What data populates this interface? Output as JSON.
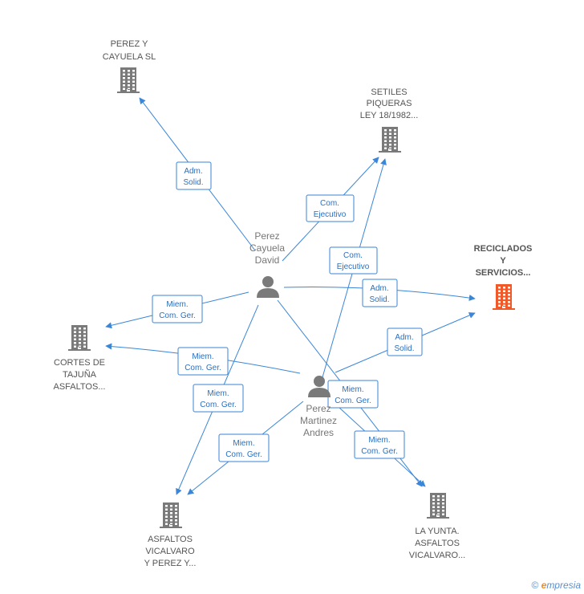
{
  "colors": {
    "edge": "#3a86d8",
    "company": "#7a7a7a",
    "company_main": "#f05a2a",
    "person": "#7a7a7a"
  },
  "companies": [
    {
      "id": "perez-cayuela",
      "lines": [
        "PEREZ Y",
        "CAYUELA SL"
      ],
      "main": false
    },
    {
      "id": "setiles",
      "lines": [
        "SETILES",
        "PIQUERAS",
        "LEY 18/1982..."
      ],
      "main": false
    },
    {
      "id": "reciclados",
      "lines": [
        "RECICLADOS",
        "Y",
        "SERVICIOS..."
      ],
      "main": true
    },
    {
      "id": "cortes",
      "lines": [
        "CORTES DE",
        "TAJUÑA",
        "ASFALTOS..."
      ],
      "main": false
    },
    {
      "id": "asfaltos-vicalvaro",
      "lines": [
        "ASFALTOS",
        "VICALVARO",
        "Y PEREZ Y..."
      ],
      "main": false
    },
    {
      "id": "la-yunta",
      "lines": [
        "LA YUNTA.",
        "ASFALTOS",
        "VICALVARO..."
      ],
      "main": false
    }
  ],
  "persons": [
    {
      "id": "david",
      "lines": [
        "Perez",
        "Cayuela",
        "David"
      ]
    },
    {
      "id": "andres",
      "lines": [
        "Perez",
        "Martinez",
        "Andres"
      ]
    }
  ],
  "roles": {
    "adm_solid": [
      "Adm.",
      "Solid."
    ],
    "com_ejecutivo": [
      "Com.",
      "Ejecutivo"
    ],
    "miem_com_ger": [
      "Miem.",
      "Com. Ger."
    ]
  },
  "footer": {
    "copyright": "©",
    "brand_initial": "e",
    "brand_rest": "mpresia"
  }
}
